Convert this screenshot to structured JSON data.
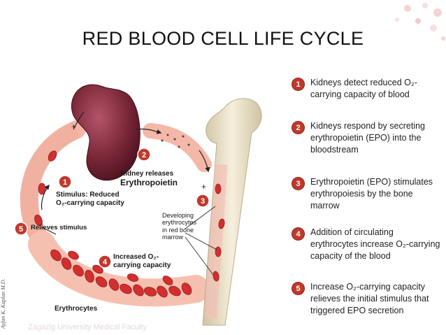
{
  "title": "RED BLOOD CELL LIFE CYCLE",
  "diagram": {
    "markers": [
      "1",
      "2",
      "3",
      "4",
      "5"
    ],
    "plus_sign": "+",
    "labels": {
      "stimulus_line1": "Stimulus: Reduced",
      "stimulus_line2": "O₂-carrying capacity",
      "kidney_releases_line1": "Kidney releases",
      "kidney_releases_line2": "Erythropoietin",
      "developing_line1": "Developing",
      "developing_line2": "erythrocytes",
      "developing_line3": "in red bone",
      "developing_line4": "marrow",
      "relieves": "Relieves stimulus",
      "increased_line1": "Increased O₂-",
      "increased_line2": "carrying capacity",
      "erythrocytes": "Erythrocytes"
    }
  },
  "steps": [
    {
      "num": "1",
      "text": "Kidneys detect reduced O₂-carrying capacity of blood"
    },
    {
      "num": "2",
      "text": "Kidneys respond by secreting erythropoietin (EPO) into the bloodstream"
    },
    {
      "num": "3",
      "text": "Erythropoietin (EPO) stimulates erythropoiesis by the bone marrow"
    },
    {
      "num": "4",
      "text": "Addition of circulating erythrocytes increase O₂-carrying capacity of the blood"
    },
    {
      "num": "5",
      "text": "Increase O₂-carrying capacity relieves the initial stimulus that triggered EPO secretion"
    }
  ],
  "credit": "Ayfan K. Kaplan M.D.",
  "watermark": "Zagazig University Medical Faculty",
  "colors": {
    "marker": "#c0392b",
    "vessel": "#f5b8a8",
    "rbc": "#d32f2f",
    "kidney": "#7a2738",
    "bone": "#efe6cf"
  }
}
